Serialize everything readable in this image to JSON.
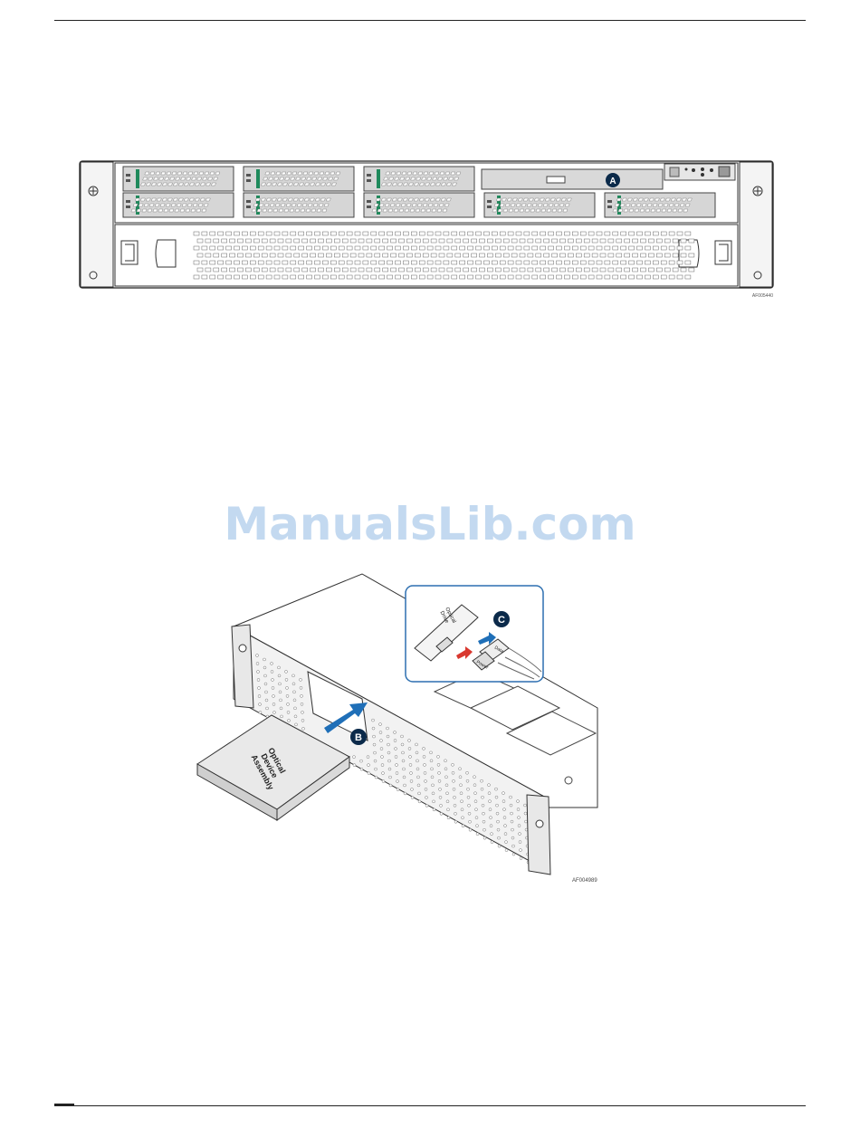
{
  "watermark": "ManualsLib.com",
  "figure1": {
    "callout_a": "A",
    "code": "AF005440"
  },
  "figure2": {
    "callout_b": "B",
    "callout_c": "C",
    "drive_label_lines": [
      "Optical",
      "Device",
      "Assembly"
    ],
    "inset_drive_lines": [
      "Optical",
      "Drive"
    ],
    "data_label": "Data",
    "power_label": "Power",
    "code": "AF004989"
  }
}
